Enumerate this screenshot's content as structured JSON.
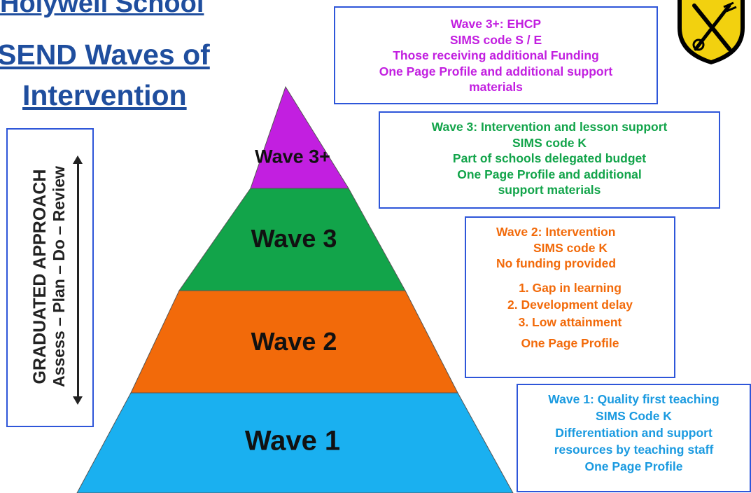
{
  "title": {
    "line1": "Holywell School",
    "line2": "SEND Waves of",
    "line3": "Intervention"
  },
  "side_panel": {
    "heading": "GRADUATED APPROACH",
    "subheading": "Assess – Plan – Do – Review"
  },
  "pyramid": {
    "levels": [
      {
        "label": "Wave 3+",
        "color": "#c21fe0"
      },
      {
        "label": "Wave 3",
        "color": "#12a44a"
      },
      {
        "label": "Wave 2",
        "color": "#f26a0a"
      },
      {
        "label": "Wave 1",
        "color": "#1ab0f0"
      }
    ]
  },
  "boxes": {
    "wave3plus": {
      "lines": [
        "Wave 3+: EHCP",
        "SIMS code S / E",
        "Those receiving additional Funding",
        "One Page Profile and additional support",
        "materials"
      ],
      "color": "#c21fe0"
    },
    "wave3": {
      "lines": [
        "Wave 3: Intervention and lesson support",
        "SIMS code K",
        "Part of schools delegated budget",
        "One Page Profile and additional",
        "support materials"
      ],
      "color": "#12a44a"
    },
    "wave2": {
      "lines": [
        "Wave 2: Intervention",
        "SIMS code K",
        "No funding provided"
      ],
      "items": [
        "1. Gap in learning",
        "2. Development delay",
        "3. Low attainment"
      ],
      "footer": "One Page Profile",
      "color": "#f26a0a"
    },
    "wave1": {
      "lines": [
        "Wave 1: Quality first teaching",
        "SIMS Code K",
        "Differentiation and support",
        "resources by teaching staff",
        "One Page Profile"
      ],
      "color": "#1a9ae0"
    }
  },
  "crest_icon": "school-crest-icon"
}
